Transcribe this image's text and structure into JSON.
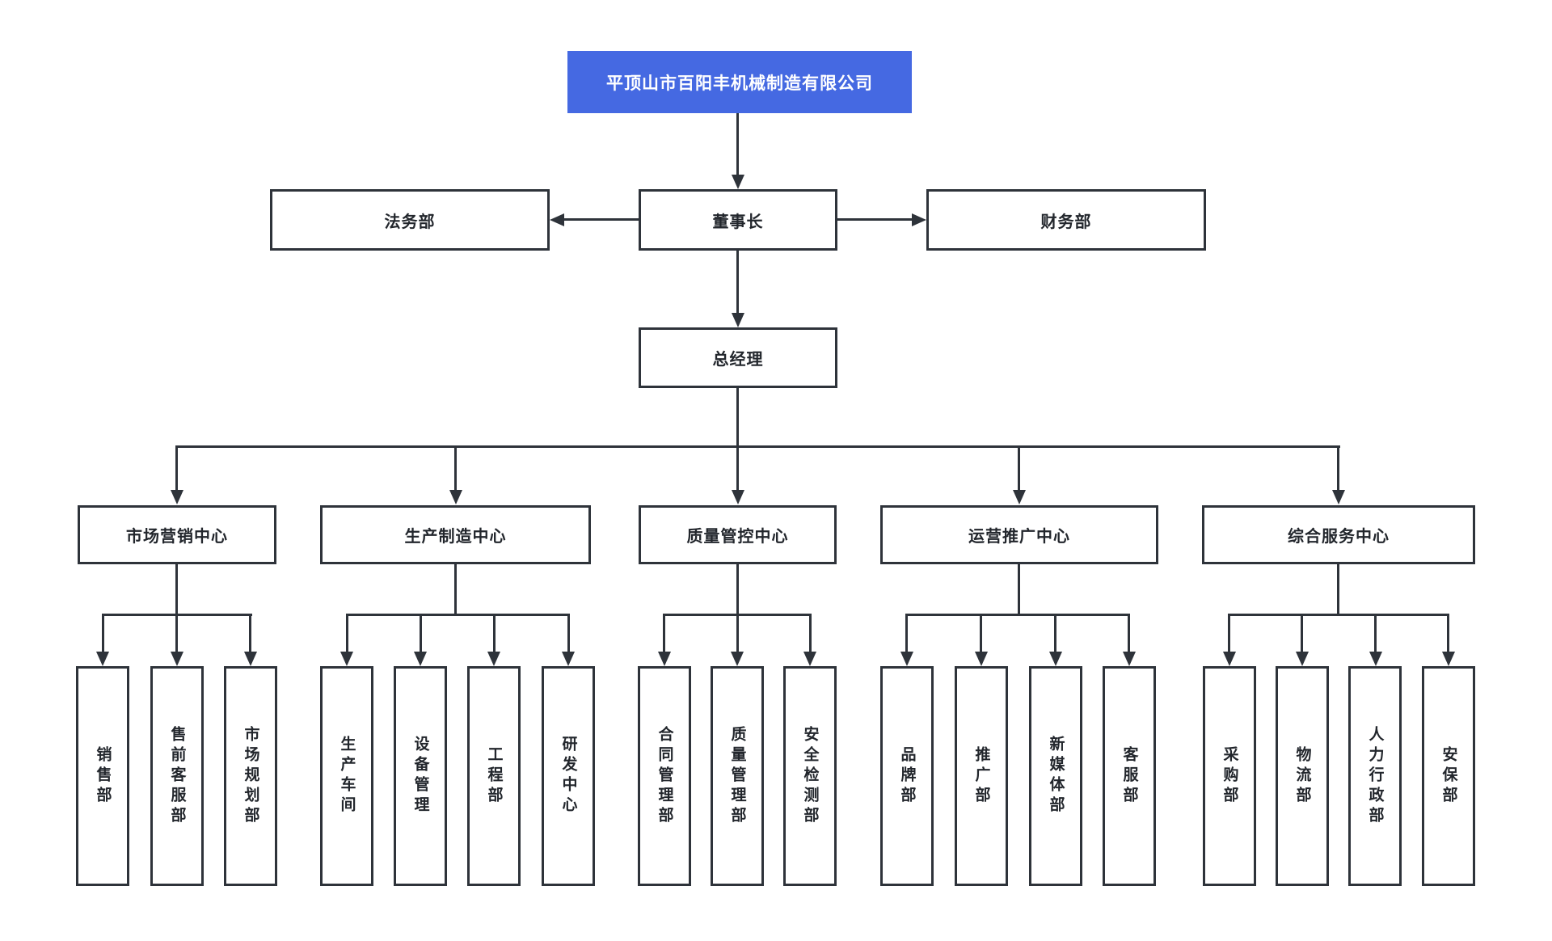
{
  "company": "平顶山市百阳丰机械制造有限公司",
  "executives": {
    "chairman": "董事长",
    "general_manager": "总经理"
  },
  "staff_departments": {
    "legal": "法务部",
    "finance": "财务部"
  },
  "centers": [
    {
      "label": "市场营销中心",
      "departments": [
        "销售部",
        "售前客服部",
        "市场规划部"
      ]
    },
    {
      "label": "生产制造中心",
      "departments": [
        "生产车间",
        "设备管理",
        "工程部",
        "研发中心"
      ]
    },
    {
      "label": "质量管控中心",
      "departments": [
        "合同管理部",
        "质量管理部",
        "安全检测部"
      ]
    },
    {
      "label": "运营推广中心",
      "departments": [
        "品牌部",
        "推广部",
        "新媒体部",
        "客服部"
      ]
    },
    {
      "label": "综合服务中心",
      "departments": [
        "采购部",
        "物流部",
        "人力行政部",
        "安保部"
      ]
    }
  ],
  "colors": {
    "root_background": "#4569e2",
    "root_text": "#ffffff",
    "line_and_border": "#2e333a",
    "node_background": "#ffffff",
    "node_text": "#22262c"
  }
}
